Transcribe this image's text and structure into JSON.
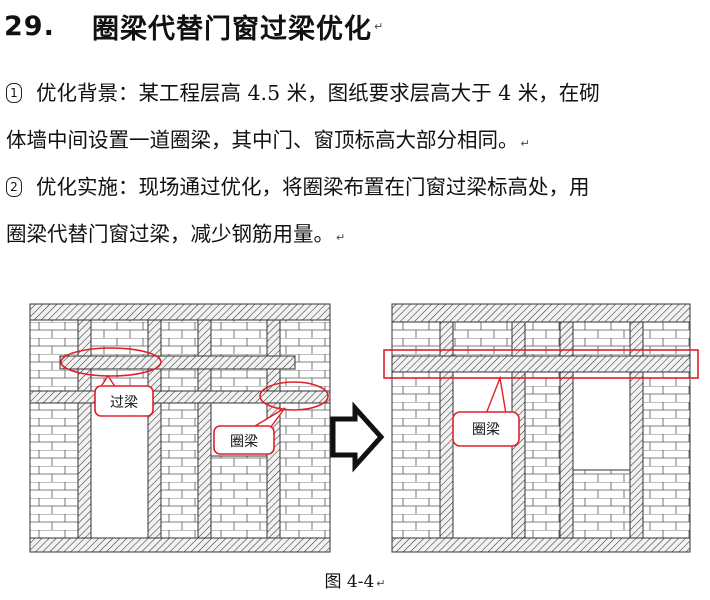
{
  "heading": {
    "number": "29.",
    "title": "圈梁代替门窗过梁优化"
  },
  "paragraphs": [
    {
      "marker": "1",
      "line1": "优化背景：某工程层高 4.5 米，图纸要求层高大于 4 米，在砌",
      "line2": "体墙中间设置一道圈梁，其中门、窗顶标高大部分相同。"
    },
    {
      "marker": "2",
      "line1": "优化实施：现场通过优化，将圈梁布置在门窗过梁标高处，用",
      "line2": "圈梁代替门窗过梁，减少钢筋用量。"
    }
  ],
  "figure": {
    "label_lintel": "过梁",
    "label_ring_beam_left": "圈梁",
    "label_ring_beam_right": "圈梁",
    "highlight_color": "#e0202a",
    "caption": "图 4-4"
  }
}
